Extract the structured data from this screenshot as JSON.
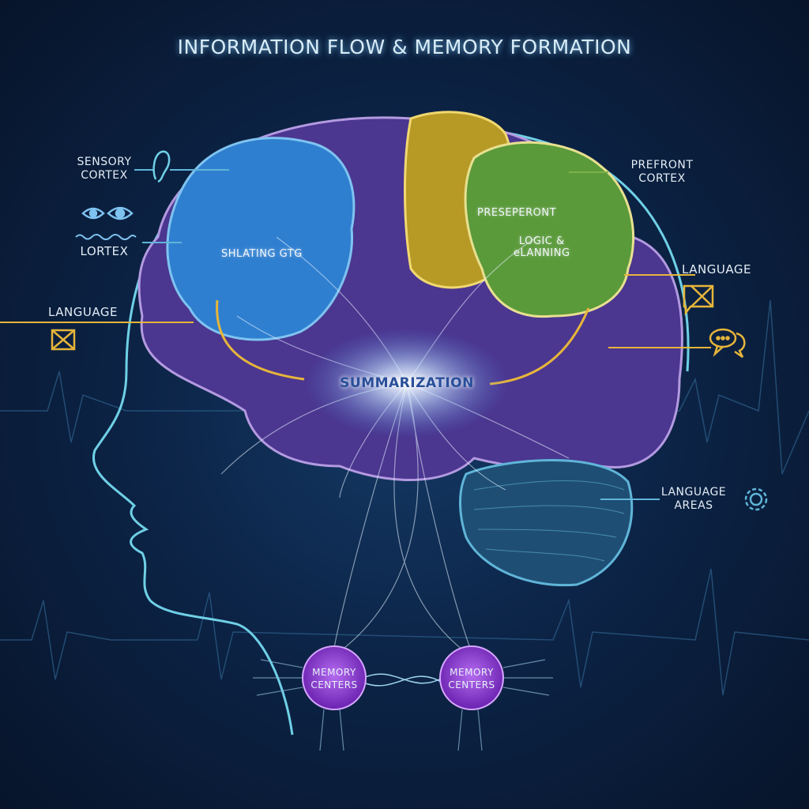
{
  "title": "INFORMATION FLOW & MEMORY FORMATION",
  "labels": {
    "sensory_cortex": [
      "SENSORY",
      "CORTEX"
    ],
    "lortex": "LORTEX",
    "language_left": "LANGUAGE",
    "prefront_cortex": [
      "PREFRONT",
      "CORTEX"
    ],
    "language_right": "LANGUAGE",
    "language_areas": [
      "LANGUAGE",
      "AREAS"
    ]
  },
  "brain_text": {
    "blue_lobe": "SHLATING GTG",
    "green_lobe_title": "PRESEPERONT",
    "green_lobe_sub": [
      "LOGIC &",
      "eLANNING"
    ],
    "center": "SUMMARIZATION"
  },
  "memory_centers": [
    {
      "line1": "MEMORY",
      "line2": "CENTERS"
    },
    {
      "line1": "MEMORY",
      "line2": "CENTERS"
    }
  ],
  "colors": {
    "blue_lobe": "#2f7fd0",
    "yellow_lobe": "#c9a92a",
    "green_lobe": "#5a9a3a",
    "purple_brain": "#5b3f9e",
    "head_outline": "#6fd0e6",
    "accent_gold": "#e6b53a",
    "memory": "#8a3fd0"
  }
}
